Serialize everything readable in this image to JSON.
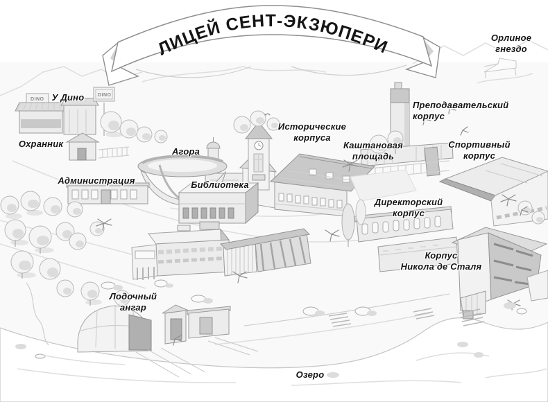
{
  "title": "ЛИЦЕЙ СЕНТ-ЭКЗЮПЕРИ",
  "signs": {
    "dino": "DINO"
  },
  "locations": {
    "eagles_nest": "Орлиное\nгнездо",
    "dinos": "У Дино",
    "guard": "Охранник",
    "agora": "Агора",
    "historical_buildings": "Исторические\nкорпуса",
    "chestnut_square": "Каштановая\nплощадь",
    "teachers_building": "Преподавательский\nкорпус",
    "sports_building": "Спортивный\nкорпус",
    "administration": "Администрация",
    "library": "Библиотека",
    "directors_building": "Директорский\nкорпус",
    "nicolas_de_stael_building": "Корпус\nНикола де Сталя",
    "boat_hangar": "Лодочный\nангар",
    "lake": "Озеро"
  },
  "colors": {
    "ink": "#151515",
    "sketch_line": "#9a9a9a",
    "shade_light": "#ececec",
    "shade_mid": "#c9c9c9",
    "shade_dark": "#b0b0b0",
    "paper": "#ffffff"
  }
}
